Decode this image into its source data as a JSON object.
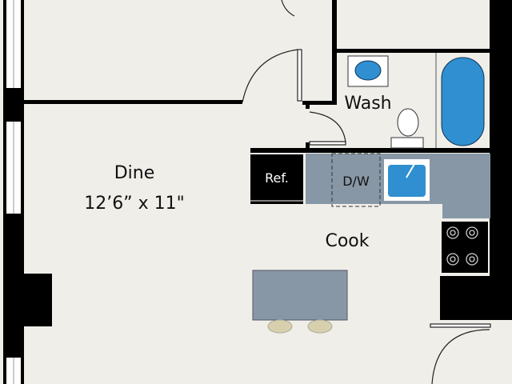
{
  "rooms": {
    "dine": {
      "name": "Dine",
      "dimensions": "12’6” x 11\""
    },
    "wash": {
      "name": "Wash"
    },
    "cook": {
      "name": "Cook"
    }
  },
  "fixtures": {
    "refrigerator": "Ref.",
    "dishwasher": "D/W"
  },
  "colors": {
    "floor": "#efeee9",
    "wall": "#000000",
    "counter": "#8797a6",
    "water": "#2f8fd0",
    "stool": "#d8cfae"
  }
}
